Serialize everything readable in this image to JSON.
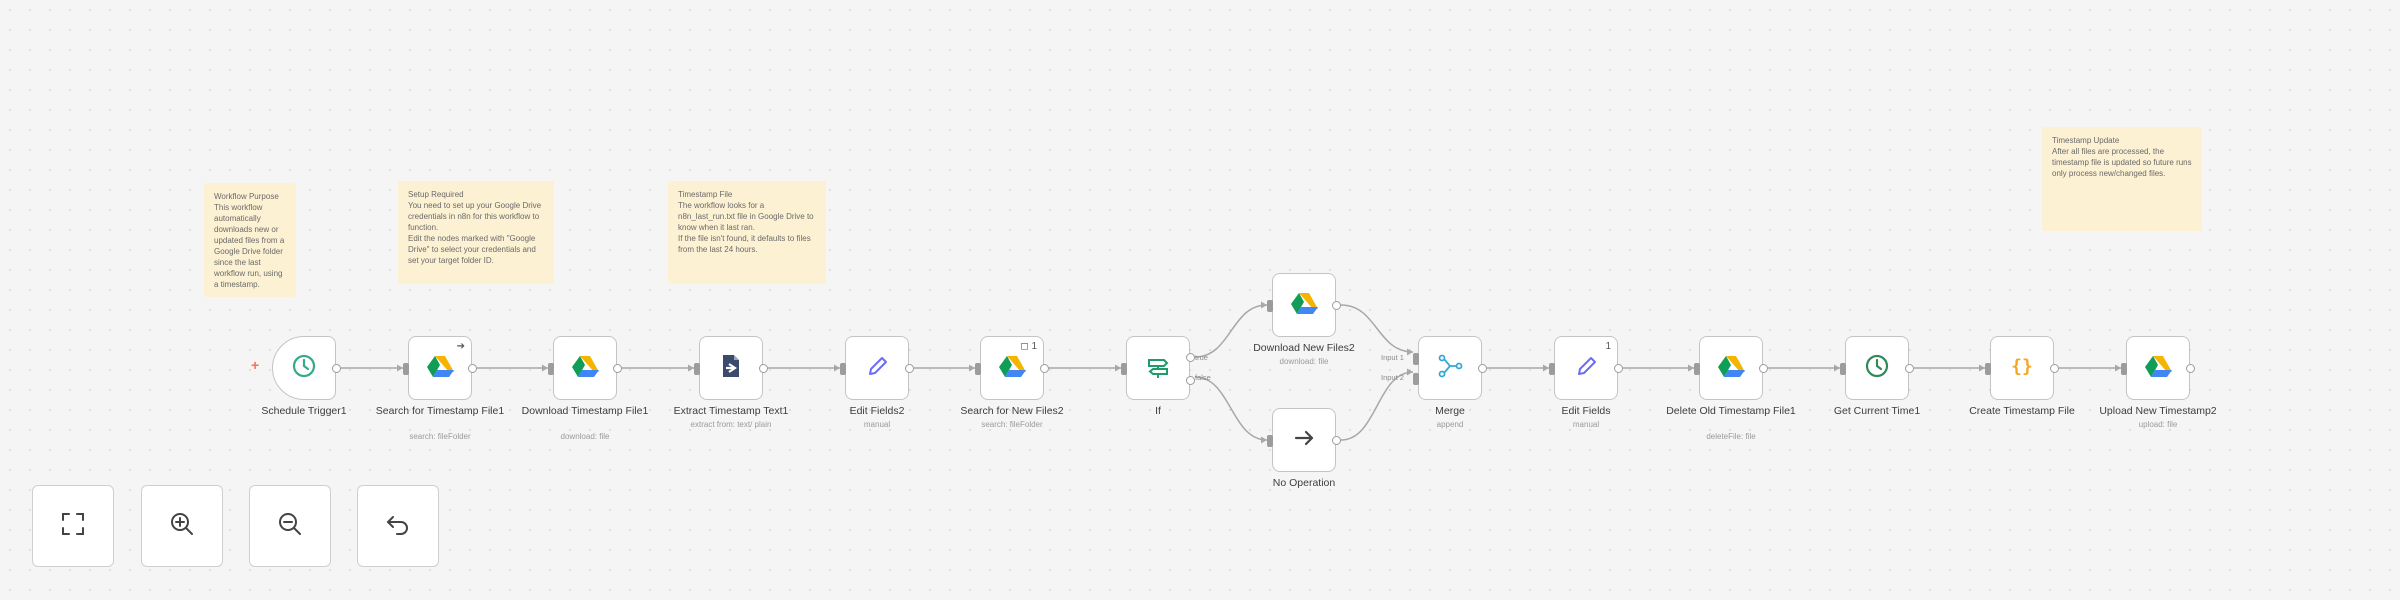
{
  "notes": [
    {
      "id": "purpose",
      "text": "Workflow Purpose\nThis workflow automatically downloads new or updated files from a Google Drive folder since the last workflow run, using a timestamp."
    },
    {
      "id": "setup",
      "text": "Setup Required\nYou need to set up your Google Drive credentials in n8n for this workflow to function.\nEdit the nodes marked with \"Google Drive\" to select your credentials and set your target folder ID."
    },
    {
      "id": "timestamp",
      "text": "Timestamp File\nThe workflow looks for a n8n_last_run.txt file in Google Drive to know when it last ran.\nIf the file isn't found, it defaults to files from the last 24 hours."
    },
    {
      "id": "update",
      "text": "Timestamp Update\nAfter all files are processed, the timestamp file is updated so future runs only process new/changed files."
    }
  ],
  "nodes": [
    {
      "id": "schedule",
      "label": "Schedule Trigger1",
      "sub": "",
      "icon": "clock-icon",
      "color": "#35a98c"
    },
    {
      "id": "search1",
      "label": "Search for Timestamp File1",
      "sub": "search: fileFolder",
      "icon": "google-drive-icon",
      "badge": "➔"
    },
    {
      "id": "download1",
      "label": "Download Timestamp File1",
      "sub": "download: file",
      "icon": "google-drive-icon"
    },
    {
      "id": "extract",
      "label": "Extract Timestamp Text1",
      "sub": "extract from: text/ plain",
      "icon": "extract-file-icon"
    },
    {
      "id": "edit2",
      "label": "Edit Fields2",
      "sub": "manual",
      "icon": "pencil-icon"
    },
    {
      "id": "search2",
      "label": "Search for New Files2",
      "sub": "search: fileFolder",
      "icon": "google-drive-icon",
      "badge": "◻ 1"
    },
    {
      "id": "if",
      "label": "If",
      "sub": "",
      "icon": "signpost-icon"
    },
    {
      "id": "download2",
      "label": "Download New Files2",
      "sub": "download: file",
      "icon": "google-drive-icon"
    },
    {
      "id": "noop",
      "label": "No Operation",
      "sub": "",
      "icon": "arrow-right-icon"
    },
    {
      "id": "merge",
      "label": "Merge",
      "sub": "append",
      "icon": "merge-icon"
    },
    {
      "id": "edit1",
      "label": "Edit Fields",
      "sub": "manual",
      "icon": "pencil-icon",
      "badge": "1"
    },
    {
      "id": "delete",
      "label": "Delete Old Timestamp File1",
      "sub": "deleteFile: file",
      "icon": "google-drive-icon"
    },
    {
      "id": "time",
      "label": "Get Current Time1",
      "sub": "",
      "icon": "clock-icon",
      "color": "#2e8b57"
    },
    {
      "id": "create",
      "label": "Create Timestamp File",
      "sub": "",
      "icon": "braces-icon"
    },
    {
      "id": "upload",
      "label": "Upload New Timestamp2",
      "sub": "upload: file",
      "icon": "google-drive-icon"
    }
  ],
  "branches": {
    "true": "true",
    "false": "false",
    "input1": "Input 1",
    "input2": "Input 2"
  },
  "trigger_plus": "+",
  "controls": [
    {
      "id": "fit",
      "icon": "fit-view-icon"
    },
    {
      "id": "zoomin",
      "icon": "zoom-in-icon"
    },
    {
      "id": "zoomout",
      "icon": "zoom-out-icon"
    },
    {
      "id": "reset",
      "icon": "undo-icon"
    }
  ],
  "colors": {
    "accent": "#ff6d5a",
    "note_bg": "#fdf1d3",
    "pencil": "#6b6df5",
    "merge": "#35a8d5",
    "braces": "#f5a623",
    "drive_green": "#0f9d58",
    "drive_yellow": "#f4b400",
    "drive_blue": "#4285f4"
  }
}
